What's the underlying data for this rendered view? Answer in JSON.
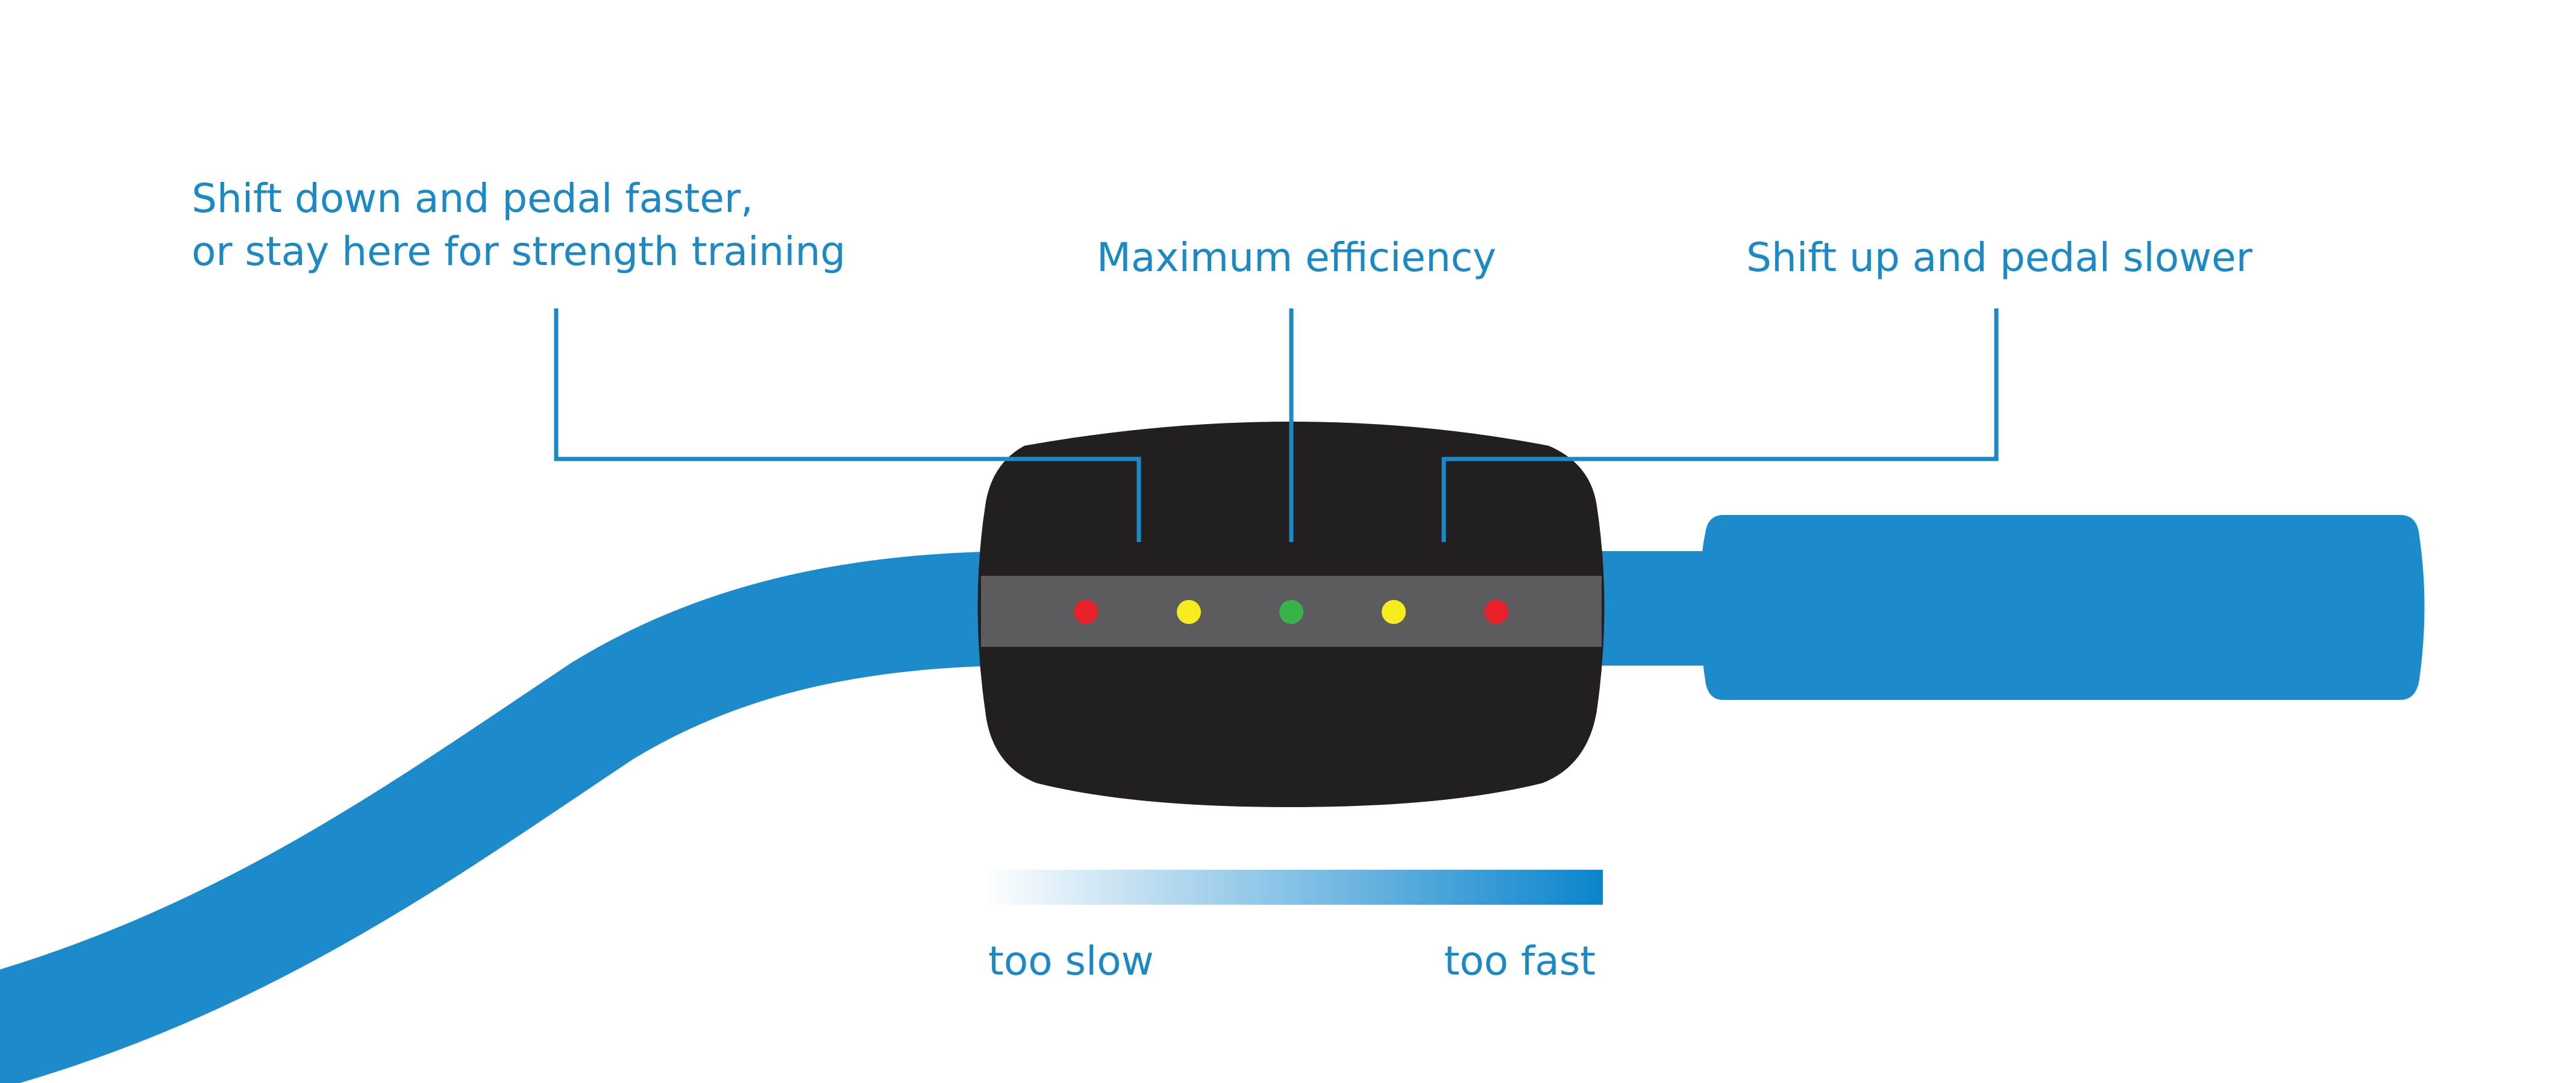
{
  "labels": {
    "left_line1": "Shift down and pedal faster,",
    "left_line2": "or stay here for strength training",
    "center": "Maximum efficiency",
    "right": "Shift up and pedal slower",
    "scale_left": "too slow",
    "scale_right": "too fast"
  },
  "colors": {
    "handlebar": "#1c8bcb",
    "device_body": "#231f20",
    "display_band": "#5c5c5e",
    "callout_line": "#1a89c7",
    "text": "#1a89c7",
    "led_red": "#e8202a",
    "led_yellow": "#f6ec1e",
    "led_green": "#37b34a",
    "gradient_start": "#ffffff",
    "gradient_end": "#0a84cc"
  },
  "leds": [
    {
      "name": "led-red-left",
      "color": "red"
    },
    {
      "name": "led-yellow-left",
      "color": "yellow"
    },
    {
      "name": "led-green-center",
      "color": "green"
    },
    {
      "name": "led-yellow-right",
      "color": "yellow"
    },
    {
      "name": "led-red-right",
      "color": "red"
    }
  ]
}
